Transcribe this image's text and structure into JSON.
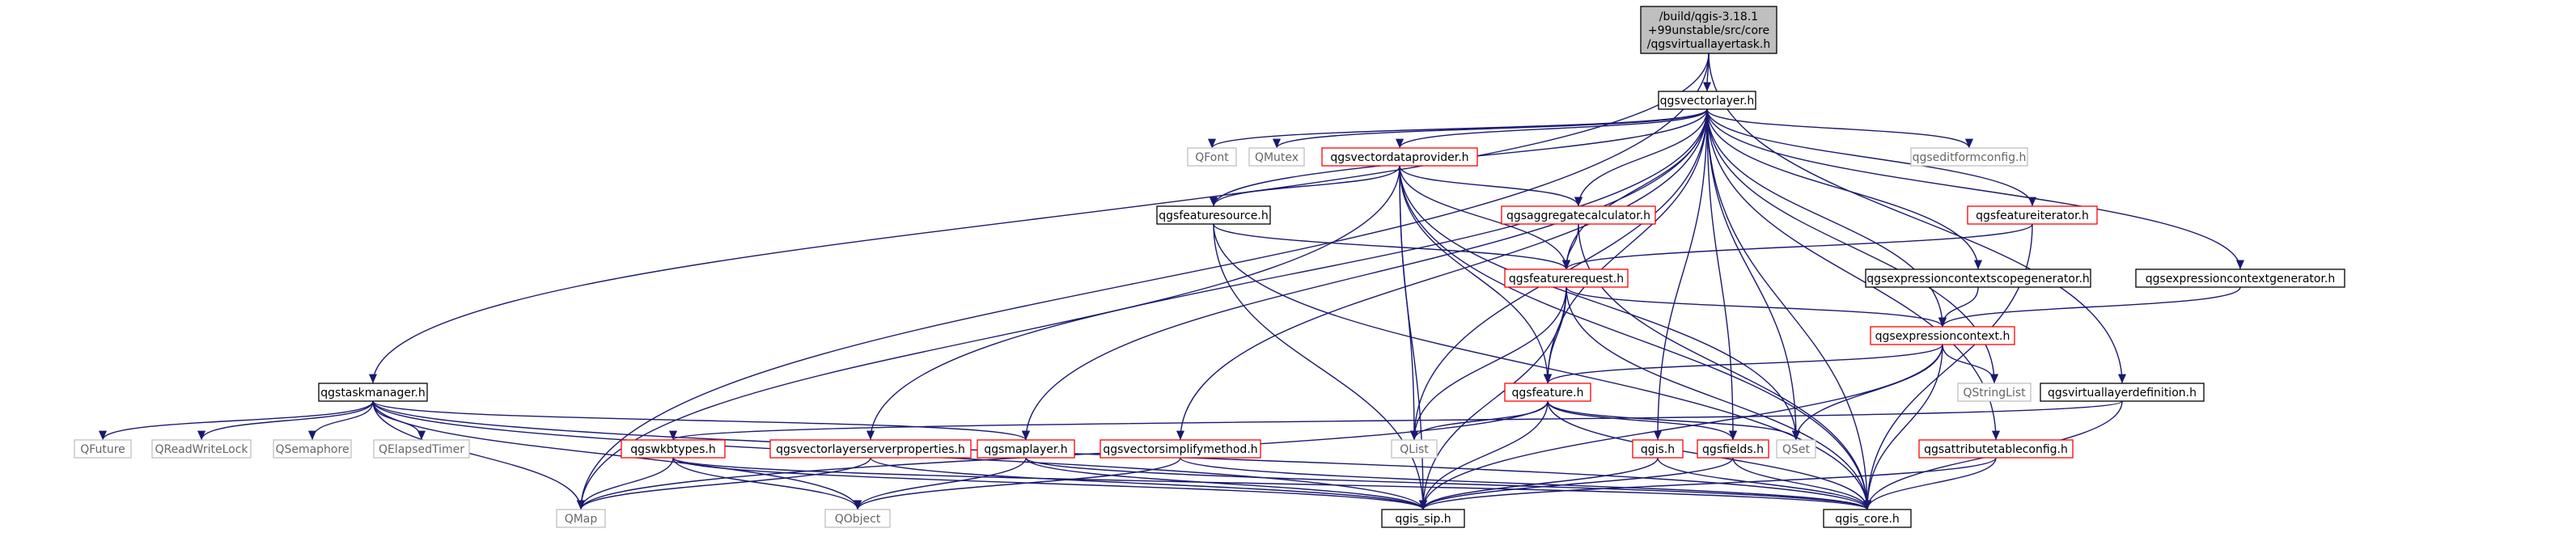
{
  "colors": {
    "edge": "#191970",
    "root_fill": "#bfbfbf",
    "documented_border": "#000000",
    "incomplete_border": "#ff0000",
    "external_border": "#bfbfbf",
    "external_text": "#666666"
  },
  "nodes": [
    {
      "id": "root",
      "kind": "root",
      "lines": [
        "/build/qgis-3.18.1",
        "+99unstable/src/core",
        "/qgsvirtuallayertask.h"
      ]
    },
    {
      "id": "qgsvectorlayer",
      "kind": "doc",
      "lines": [
        "qgsvectorlayer.h"
      ]
    },
    {
      "id": "qfont",
      "kind": "ext",
      "lines": [
        "QFont"
      ]
    },
    {
      "id": "qmutex",
      "kind": "ext",
      "lines": [
        "QMutex"
      ]
    },
    {
      "id": "qgsvectordataprovider",
      "kind": "red",
      "lines": [
        "qgsvectordataprovider.h"
      ]
    },
    {
      "id": "qgseditformconfig",
      "kind": "ext",
      "lines": [
        "qgseditformconfig.h"
      ]
    },
    {
      "id": "qgsfeaturesource",
      "kind": "doc",
      "lines": [
        "qgsfeaturesource.h"
      ]
    },
    {
      "id": "qgsaggregatecalculator",
      "kind": "red",
      "lines": [
        "qgsaggregatecalculator.h"
      ]
    },
    {
      "id": "qgsfeatureiterator",
      "kind": "red",
      "lines": [
        "qgsfeatureiterator.h"
      ]
    },
    {
      "id": "qgsfeaturerequest",
      "kind": "red",
      "lines": [
        "qgsfeaturerequest.h"
      ]
    },
    {
      "id": "qgsexpressioncontextscopegenerator",
      "kind": "doc",
      "lines": [
        "qgsexpressioncontextscopegenerator.h"
      ]
    },
    {
      "id": "qgsexpressioncontextgenerator",
      "kind": "doc",
      "lines": [
        "qgsexpressioncontextgenerator.h"
      ]
    },
    {
      "id": "qgsexpressioncontext",
      "kind": "red",
      "lines": [
        "qgsexpressioncontext.h"
      ]
    },
    {
      "id": "qgstaskmanager",
      "kind": "doc",
      "lines": [
        "qgstaskmanager.h"
      ]
    },
    {
      "id": "qgsfeature",
      "kind": "red",
      "lines": [
        "qgsfeature.h"
      ]
    },
    {
      "id": "qstringlist",
      "kind": "ext",
      "lines": [
        "QStringList"
      ]
    },
    {
      "id": "qgsvirtuallayerdefinition",
      "kind": "doc",
      "lines": [
        "qgsvirtuallayerdefinition.h"
      ]
    },
    {
      "id": "qfuture",
      "kind": "ext",
      "lines": [
        "QFuture"
      ]
    },
    {
      "id": "qreadwritelock",
      "kind": "ext",
      "lines": [
        "QReadWriteLock"
      ]
    },
    {
      "id": "qsemaphore",
      "kind": "ext",
      "lines": [
        "QSemaphore"
      ]
    },
    {
      "id": "qelapsedtimer",
      "kind": "ext",
      "lines": [
        "QElapsedTimer"
      ]
    },
    {
      "id": "qlist",
      "kind": "ext",
      "lines": [
        "QList"
      ]
    },
    {
      "id": "qset",
      "kind": "ext",
      "lines": [
        "QSet"
      ]
    },
    {
      "id": "qgswkbtypes",
      "kind": "red",
      "lines": [
        "qgswkbtypes.h"
      ]
    },
    {
      "id": "qgsvectorlayerserverproperties",
      "kind": "red",
      "lines": [
        "qgsvectorlayerserverproperties.h"
      ]
    },
    {
      "id": "qgsmaplayer",
      "kind": "red",
      "lines": [
        "qgsmaplayer.h"
      ]
    },
    {
      "id": "qgsvectorsimplifymethod",
      "kind": "red",
      "lines": [
        "qgsvectorsimplifymethod.h"
      ]
    },
    {
      "id": "qgis",
      "kind": "red",
      "lines": [
        "qgis.h"
      ]
    },
    {
      "id": "qgsfields",
      "kind": "red",
      "lines": [
        "qgsfields.h"
      ]
    },
    {
      "id": "qgsattributetableconfig",
      "kind": "red",
      "lines": [
        "qgsattributetableconfig.h"
      ]
    },
    {
      "id": "qmap",
      "kind": "ext",
      "lines": [
        "QMap"
      ]
    },
    {
      "id": "qobject",
      "kind": "ext",
      "lines": [
        "QObject"
      ]
    },
    {
      "id": "qgis_sip",
      "kind": "doc",
      "lines": [
        "qgis_sip.h"
      ]
    },
    {
      "id": "qgis_core",
      "kind": "doc",
      "lines": [
        "qgis_core.h"
      ]
    }
  ],
  "edges": [
    [
      "root",
      "qgsvectorlayer"
    ],
    [
      "root",
      "qgstaskmanager"
    ],
    [
      "root",
      "qgsvirtuallayerdefinition"
    ],
    [
      "root",
      "qmap"
    ],
    [
      "qgsvectorlayer",
      "qfont"
    ],
    [
      "qgsvectorlayer",
      "qmutex"
    ],
    [
      "qgsvectorlayer",
      "qgsvectordataprovider"
    ],
    [
      "qgsvectorlayer",
      "qgseditformconfig"
    ],
    [
      "qgsvectorlayer",
      "qgsfeaturesource"
    ],
    [
      "qgsvectorlayer",
      "qgsaggregatecalculator"
    ],
    [
      "qgsvectorlayer",
      "qgsfeatureiterator"
    ],
    [
      "qgsvectorlayer",
      "qgsfeaturerequest"
    ],
    [
      "qgsvectorlayer",
      "qgsexpressioncontextscopegenerator"
    ],
    [
      "qgsvectorlayer",
      "qgsexpressioncontextgenerator"
    ],
    [
      "qgsvectorlayer",
      "qgsexpressioncontext"
    ],
    [
      "qgsvectorlayer",
      "qgsfeature"
    ],
    [
      "qgsvectorlayer",
      "qgsmaplayer"
    ],
    [
      "qgsvectorlayer",
      "qgsvectorlayerserverproperties"
    ],
    [
      "qgsvectorlayer",
      "qgsvectorsimplifymethod"
    ],
    [
      "qgsvectorlayer",
      "qgis"
    ],
    [
      "qgsvectorlayer",
      "qgsfields"
    ],
    [
      "qgsvectorlayer",
      "qgsattributetableconfig"
    ],
    [
      "qgsvectorlayer",
      "qlist"
    ],
    [
      "qgsvectorlayer",
      "qset"
    ],
    [
      "qgsvectorlayer",
      "qstringlist"
    ],
    [
      "qgsvectorlayer",
      "qgis_core"
    ],
    [
      "qgsvectordataprovider",
      "qgsfeaturesource"
    ],
    [
      "qgsvectordataprovider",
      "qgsaggregatecalculator"
    ],
    [
      "qgsvectordataprovider",
      "qgsfeaturerequest"
    ],
    [
      "qgsvectordataprovider",
      "qgsfeature"
    ],
    [
      "qgsvectordataprovider",
      "qlist"
    ],
    [
      "qgsvectordataprovider",
      "qset"
    ],
    [
      "qgsvectordataprovider",
      "qmap"
    ],
    [
      "qgsvectordataprovider",
      "qgis_sip"
    ],
    [
      "qgsvectordataprovider",
      "qgis_core"
    ],
    [
      "qgsfeaturesource",
      "qgsfeaturerequest"
    ],
    [
      "qgsfeaturesource",
      "qgis_sip"
    ],
    [
      "qgsfeaturesource",
      "qgis_core"
    ],
    [
      "qgsaggregatecalculator",
      "qgsfeaturerequest"
    ],
    [
      "qgsaggregatecalculator",
      "qgis_core"
    ],
    [
      "qgsfeatureiterator",
      "qgsfeaturerequest"
    ],
    [
      "qgsfeatureiterator",
      "qgis_core"
    ],
    [
      "qgsfeaturerequest",
      "qgsexpressioncontext"
    ],
    [
      "qgsfeaturerequest",
      "qgsfeature"
    ],
    [
      "qgsfeaturerequest",
      "qlist"
    ],
    [
      "qgsfeaturerequest",
      "qgis_sip"
    ],
    [
      "qgsfeaturerequest",
      "qgis_core"
    ],
    [
      "qgsexpressioncontextscopegenerator",
      "qgsexpressioncontext"
    ],
    [
      "qgsexpressioncontextgenerator",
      "qgsexpressioncontext"
    ],
    [
      "qgsexpressioncontext",
      "qgsfeature"
    ],
    [
      "qgsexpressioncontext",
      "qstringlist"
    ],
    [
      "qgsexpressioncontext",
      "qset"
    ],
    [
      "qgsexpressioncontext",
      "qgis_sip"
    ],
    [
      "qgsexpressioncontext",
      "qgis_core"
    ],
    [
      "qgsfeature",
      "qgsfields"
    ],
    [
      "qgsfeature",
      "qlist"
    ],
    [
      "qgsfeature",
      "qmap"
    ],
    [
      "qgsfeature",
      "qset"
    ],
    [
      "qgsfeature",
      "qgis_sip"
    ],
    [
      "qgsfeature",
      "qgis_core"
    ],
    [
      "qgstaskmanager",
      "qfuture"
    ],
    [
      "qgstaskmanager",
      "qreadwritelock"
    ],
    [
      "qgstaskmanager",
      "qsemaphore"
    ],
    [
      "qgstaskmanager",
      "qelapsedtimer"
    ],
    [
      "qgstaskmanager",
      "qmap"
    ],
    [
      "qgstaskmanager",
      "qobject"
    ],
    [
      "qgstaskmanager",
      "qgsmaplayer"
    ],
    [
      "qgstaskmanager",
      "qgis_sip"
    ],
    [
      "qgstaskmanager",
      "qgis_core"
    ],
    [
      "qgsvirtuallayerdefinition",
      "qgswkbtypes"
    ],
    [
      "qgsvirtuallayerdefinition",
      "qgis_core"
    ],
    [
      "qgswkbtypes",
      "qmap"
    ],
    [
      "qgswkbtypes",
      "qobject"
    ],
    [
      "qgswkbtypes",
      "qgis_sip"
    ],
    [
      "qgswkbtypes",
      "qgis_core"
    ],
    [
      "qgsvectorlayerserverproperties",
      "qmap"
    ],
    [
      "qgsvectorlayerserverproperties",
      "qgis_sip"
    ],
    [
      "qgsmaplayer",
      "qobject"
    ],
    [
      "qgsmaplayer",
      "qgis_sip"
    ],
    [
      "qgsmaplayer",
      "qgis_core"
    ],
    [
      "qgsvectorsimplifymethod",
      "qobject"
    ],
    [
      "qgsvectorsimplifymethod",
      "qgis_core"
    ],
    [
      "qgis",
      "qgis_sip"
    ],
    [
      "qgis",
      "qgis_core"
    ],
    [
      "qgsfields",
      "qgis_sip"
    ],
    [
      "qgsfields",
      "qgis_core"
    ],
    [
      "qgsattributetableconfig",
      "qgis_sip"
    ],
    [
      "qgsattributetableconfig",
      "qgis_core"
    ]
  ]
}
